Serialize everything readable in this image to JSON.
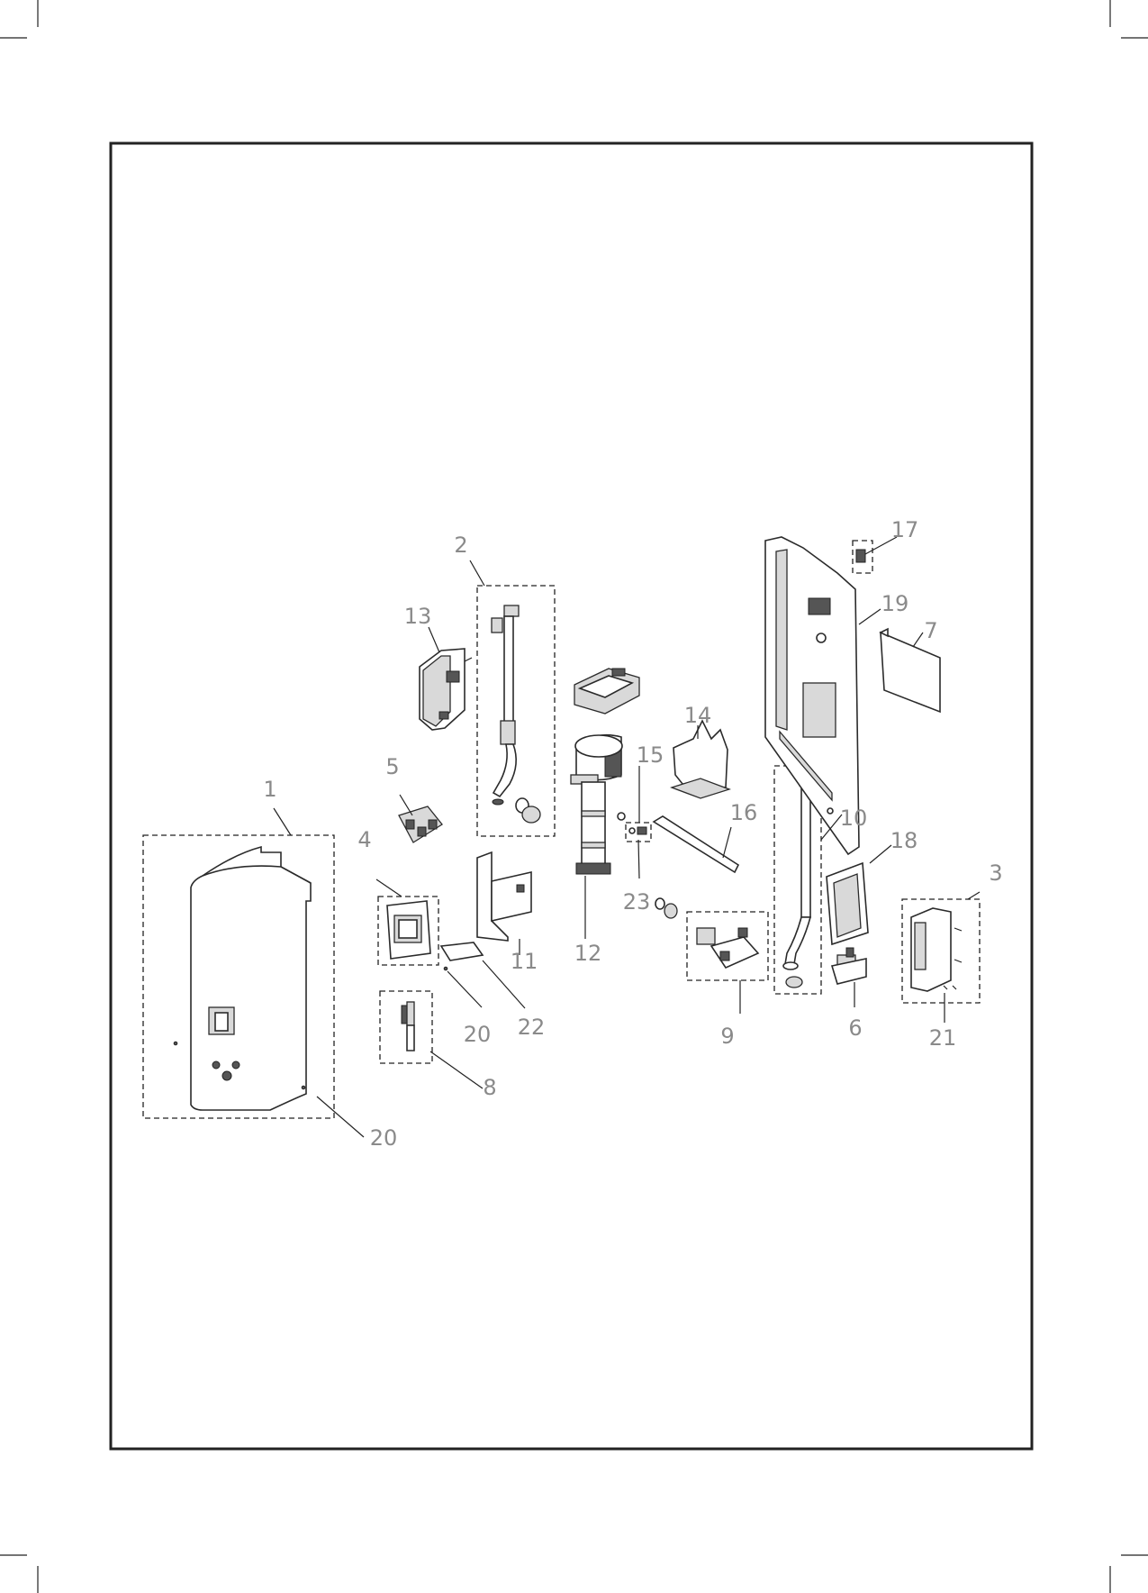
{
  "figure": {
    "callouts": [
      "1",
      "2",
      "3",
      "4",
      "5",
      "6",
      "7",
      "8",
      "9",
      "10",
      "11",
      "12",
      "13",
      "14",
      "15",
      "16",
      "17",
      "18",
      "19",
      "20",
      "20",
      "21",
      "22",
      "23"
    ]
  },
  "colors": {
    "frame": "#222222",
    "callout_text": "#8a8a8a",
    "line": "#2b2b2b"
  }
}
